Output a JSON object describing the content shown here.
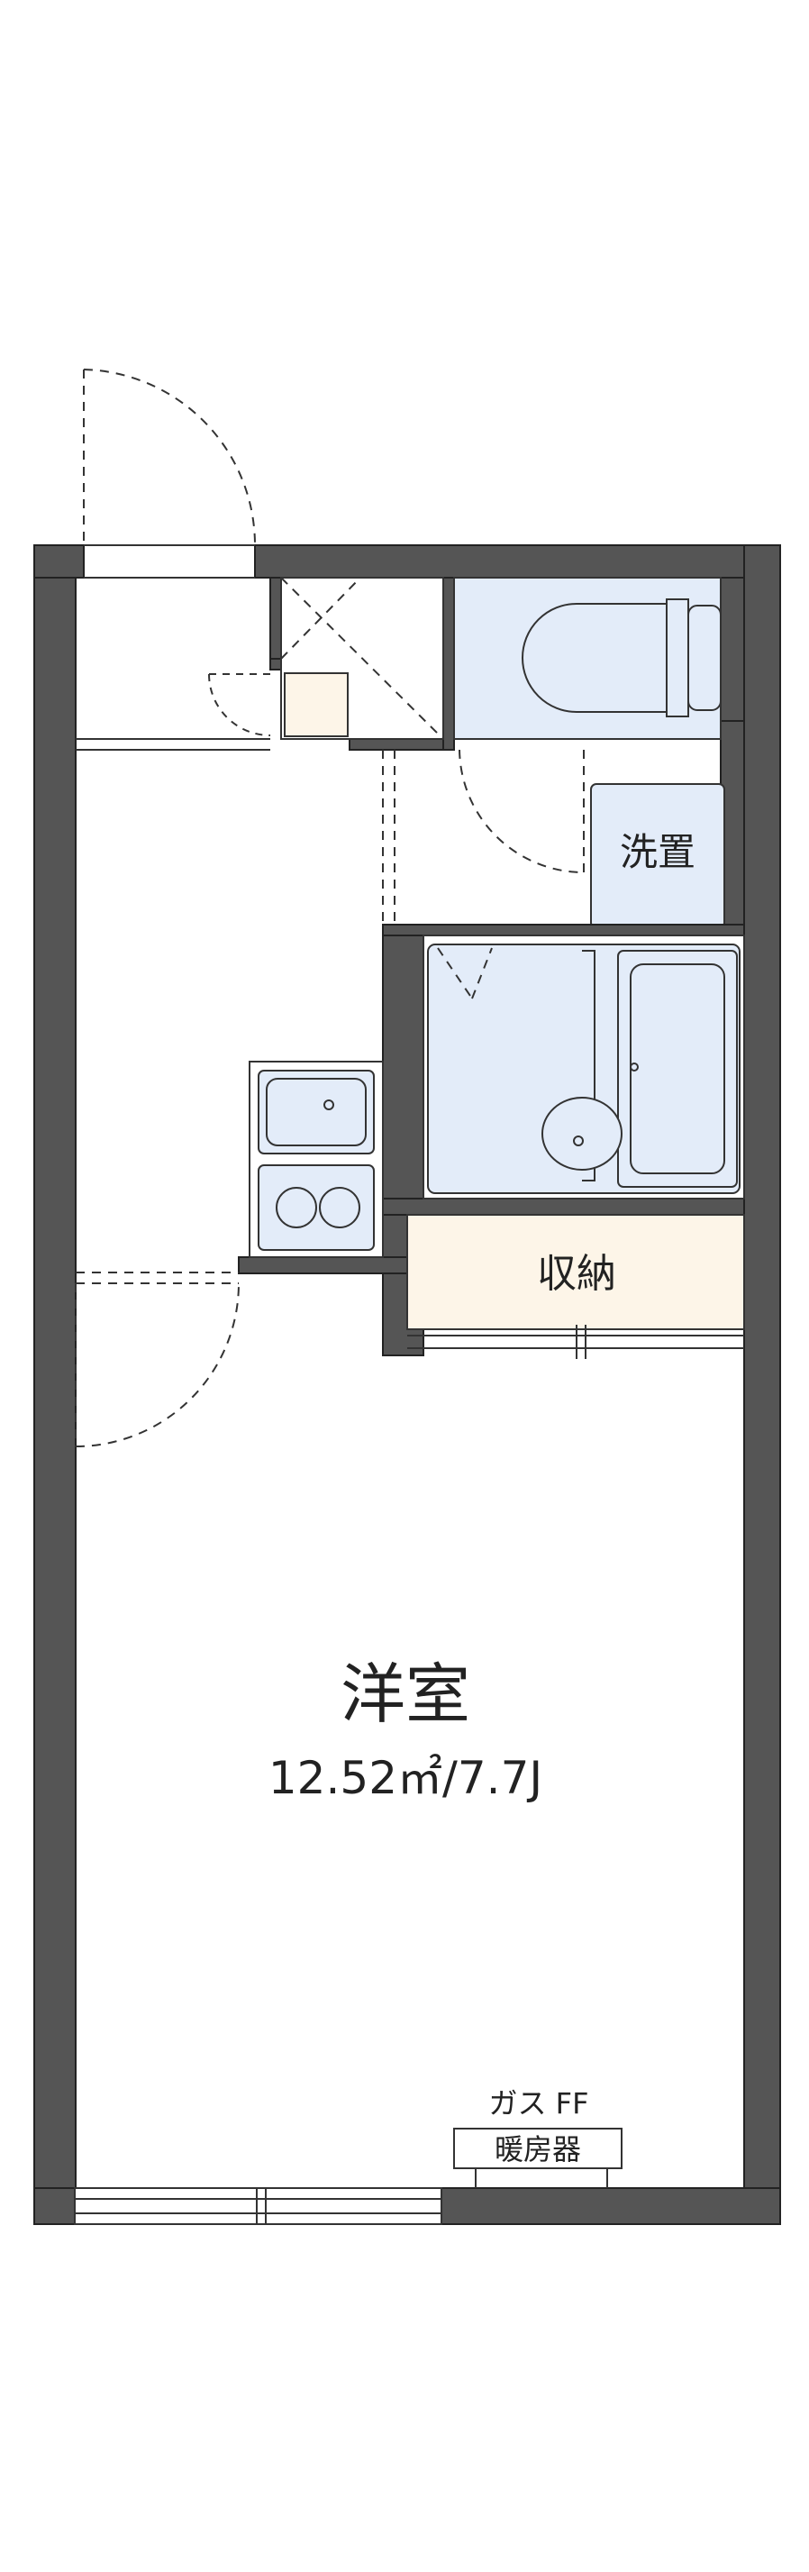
{
  "rooms": {
    "western_room": {
      "name": "洋室",
      "area": "12.52㎡/7.7J"
    },
    "storage": {
      "name": "収納"
    },
    "washer": {
      "name": "洗置"
    }
  },
  "equipment": {
    "heater_line1": "ガス FF",
    "heater_line2": "暖房器"
  },
  "colors": {
    "wall": "#555555",
    "fixture_fill": "#e3ecf9",
    "storage_fill": "#fdf5e8",
    "line": "#333333"
  }
}
